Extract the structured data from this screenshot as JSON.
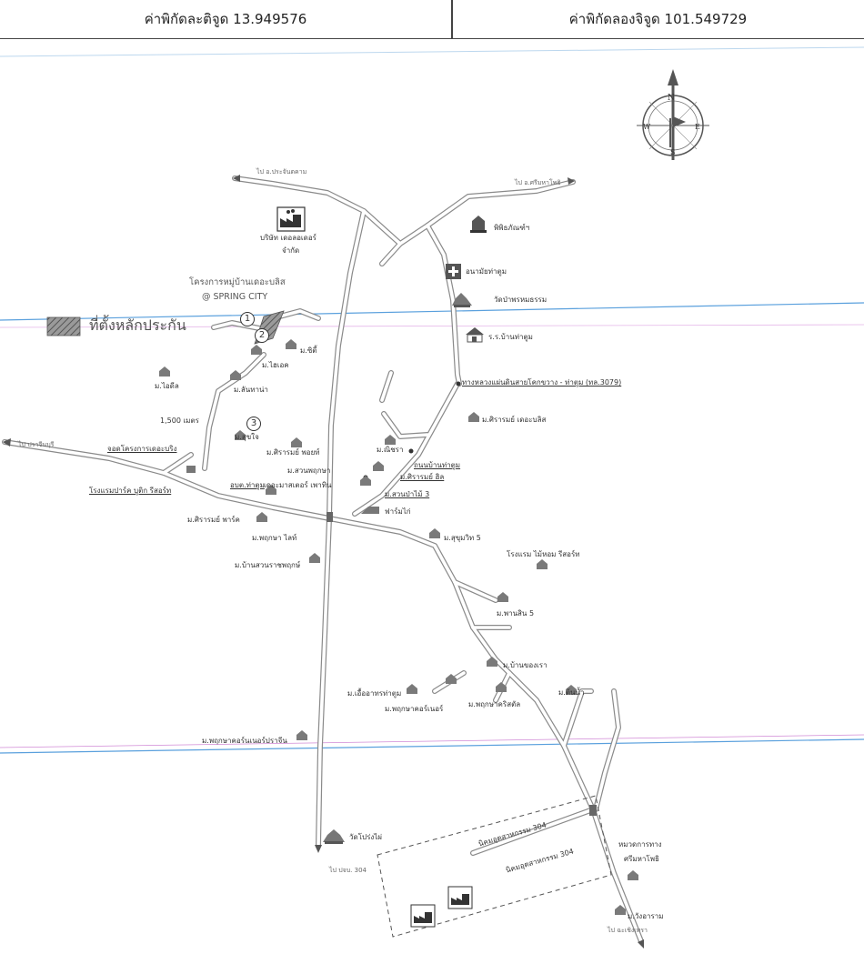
{
  "header": {
    "latitude_label": "ค่าพิกัดละติจูด 13.949576",
    "longitude_label": "ค่าพิกัดลองจิจูด 101.549729"
  },
  "legend": {
    "property_location": "ที่ตั้งหลักประกัน"
  },
  "compass": {
    "n": "N",
    "s": "S",
    "e": "E",
    "w": "W"
  },
  "markers": {
    "m1": "1",
    "m2": "2",
    "m3": "3"
  },
  "project": {
    "name": "โครงการหมู่บ้านเดอะบลิส",
    "spring_city": "@ SPRING CITY"
  },
  "labels": {
    "company": "บริษัท เดอลอเดอร์",
    "company_2": "จำกัด",
    "museum": "พิพิธภัณฑ์ฯ",
    "health": "อนามัยท่าตูม",
    "wat_pa": "วัดป่าพรหมธรรม",
    "school": "ร.ร.บ้านท่าตูม",
    "m_city": "ม.ซิตี้",
    "m_siam": "ม.ไฮเอค",
    "m_lanthana": "ม.ลันทาน่า",
    "m_ideal": "ม.ไอดีล",
    "m_sukjai": "ม.สุขใจ",
    "dist": "1,500 เมตร",
    "office": "จอดโครงการเดอะบริง",
    "hotel_park": "โรงแรมปาร์ค บูติก รีสอร์ท",
    "m_sirarom_boat": "ม.ศิรารมย์ พอยท์",
    "m_suan": "ม.สวนพฤกษา",
    "m_tatum": "อบต.ท่าตูม",
    "m_tatum2": "เดอะมาสเตอร์ เพาทิน",
    "m_sirarom_park": "ม.ศิรารมย์ พาร์ค",
    "m_pruksa_light": "ม.พฤกษา ไลท์",
    "m_baansuan": "ม.บ้านสวนราชพฤกษ์",
    "m_chara": "ม.ณิชรา",
    "m_sirarom_hill": "ม.ศิรารมย์ ฮิล",
    "m_suanmai": "ม.สวนป่าไม้ 3",
    "farm": "ฟาร์มไก่",
    "road_junction": "ถนนบ้านท่าตูม",
    "highway": "ทางหลวงแผ่นดินสายโคกขวาง - ท่าตูม (ทล.3079)",
    "m_sirarom_bliss": "ม.ศิรารมย์ เดอะบลิส",
    "m_sukhumvit": "ม.สุขุมวิท 5",
    "hotel_mai": "โรงแรม ไม้หอม รีสอร์ท",
    "m_pamsin": "ม.พานสิน 5",
    "m_baanthongra": "ม.บ้านของเรา",
    "m_uea": "ม.เอื้ออาทรท่าตูม",
    "m_pruksa_corner": "ม.พฤกษาคอร์เนอร์",
    "m_pruksa_kristal": "ม.พฤกษาคริสตัล",
    "m_tonnam": "ม.ต้นน้ำ",
    "m_pruksa_village": "ม.พฤกษาคอร์นเนอร์ปราจีน",
    "wat_prong": "วัดโปร่งไผ่",
    "ind1": "นิคมอุตสาหกรรม 304",
    "ind2": "นิคมอุตสาหกรรม 304",
    "police": "หมวดการทาง",
    "police2": "ศรีมหาโพธิ",
    "m_wangaram": "ม.วังอาราม",
    "road_top_left": "ไป อ.ประจันตคาม",
    "road_top_right": "ไป อ.ศรีมหาโพธิ",
    "road_left": "ไป ปราจีนบุรี",
    "road_bottom": "ไป ปจบ. 304",
    "road_bottom_right": "ไป ฉะเชิงเทรา"
  },
  "colors": {
    "road_fill": "#ffffff",
    "road_edge": "#8a8a8a",
    "blue_line": "#5aa0dd",
    "pink_line": "#d18ad6",
    "hatch": "#6a6a6a"
  }
}
